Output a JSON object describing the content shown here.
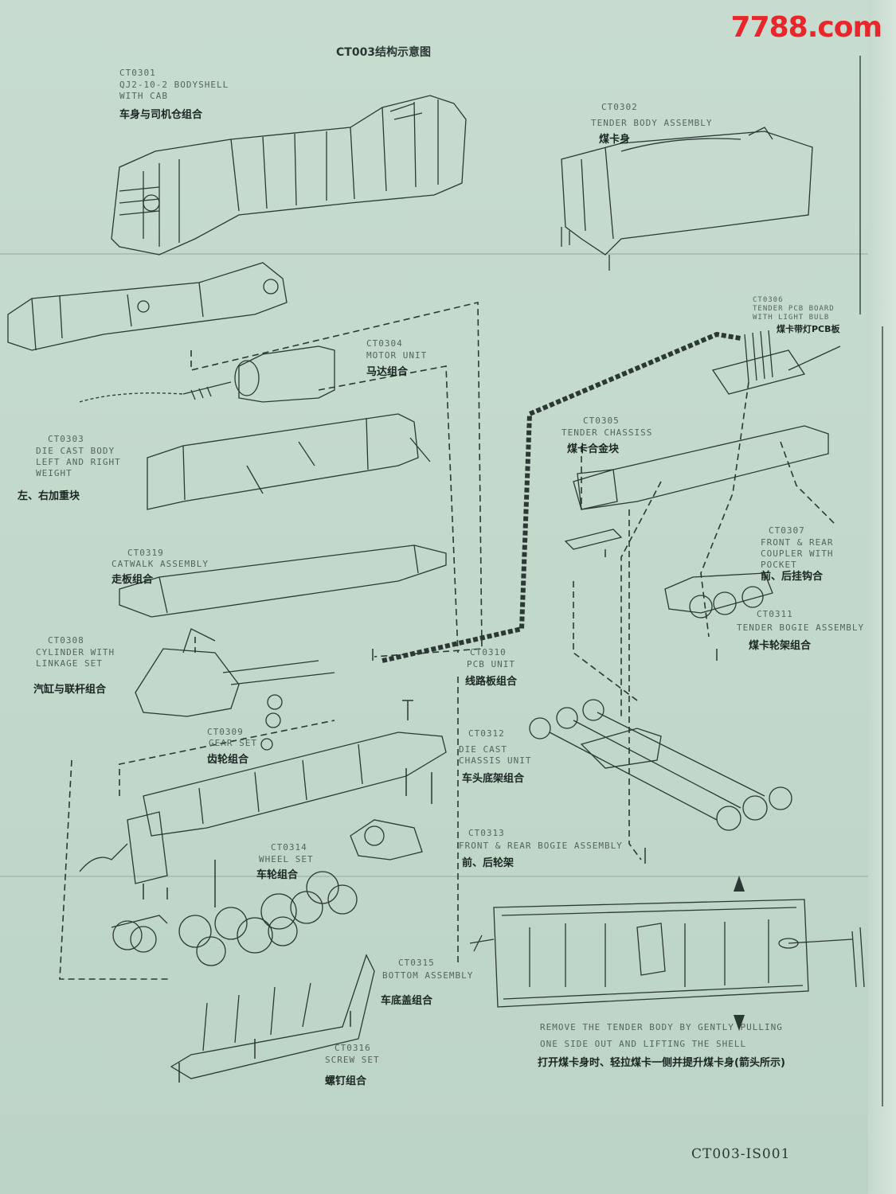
{
  "title": "CT003结构示意图",
  "watermark": "7788.com",
  "footer_code": "CT003-IS001",
  "parts": [
    {
      "code": "CT0301",
      "en": "QJ2-10-2 BODYSHELL\nWITH CAB",
      "cn": "车身与司机仓组合"
    },
    {
      "code": "CT0302",
      "en": "TENDER BODY ASSEMBLY",
      "cn": "煤卡身"
    },
    {
      "code": "CT0304",
      "en": "MOTOR UNIT",
      "cn": "马达组合"
    },
    {
      "code": "CT0303",
      "en": "DIE CAST BODY\nLEFT AND RIGHT\nWEIGHT",
      "cn": "左、右加重块"
    },
    {
      "code": "CT0306",
      "en": "TENDER PCB BOARD\nWITH LIGHT BULB",
      "cn": "煤卡带灯PCB板"
    },
    {
      "code": "CT0305",
      "en": "TENDER CHASSISS",
      "cn": "煤卡合金块"
    },
    {
      "code": "CT0307",
      "en": "FRONT & REAR\nCOUPLER WITH\nPOCKET",
      "cn": "前、后挂钩合"
    },
    {
      "code": "CT0319",
      "en": "CATWALK ASSEMBLY",
      "cn": "走板组合"
    },
    {
      "code": "CT0311",
      "en": "TENDER BOGIE ASSEMBLY",
      "cn": "煤卡轮架组合"
    },
    {
      "code": "CT0308",
      "en": "CYLINDER WITH\nLINKAGE SET",
      "cn": "汽缸与联杆组合"
    },
    {
      "code": "CT0310",
      "en": "PCB UNIT",
      "cn": "线路板组合"
    },
    {
      "code": "CT0309",
      "en": "GEAR SET",
      "cn": "齿轮组合"
    },
    {
      "code": "CT0312",
      "en": "DIE CAST\nCHASSIS UNIT",
      "cn": "车头底架组合"
    },
    {
      "code": "CT0313",
      "en": "FRONT & REAR BOGIE ASSEMBLY",
      "cn": "前、后轮架"
    },
    {
      "code": "CT0314",
      "en": "WHEEL SET",
      "cn": "车轮组合"
    },
    {
      "code": "CT0315",
      "en": "BOTTOM ASSEMBLY",
      "cn": "车底盖组合"
    },
    {
      "code": "CT0316",
      "en": "SCREW SET",
      "cn": "螺钉组合"
    }
  ],
  "note": {
    "en_line1": "REMOVE THE TENDER BODY BY GENTLY PULLING",
    "en_line2": "ONE SIDE OUT AND LIFTING THE SHELL",
    "cn": "打开煤卡身时、轻拉煤卡一侧并提升煤卡身(箭头所示)"
  }
}
